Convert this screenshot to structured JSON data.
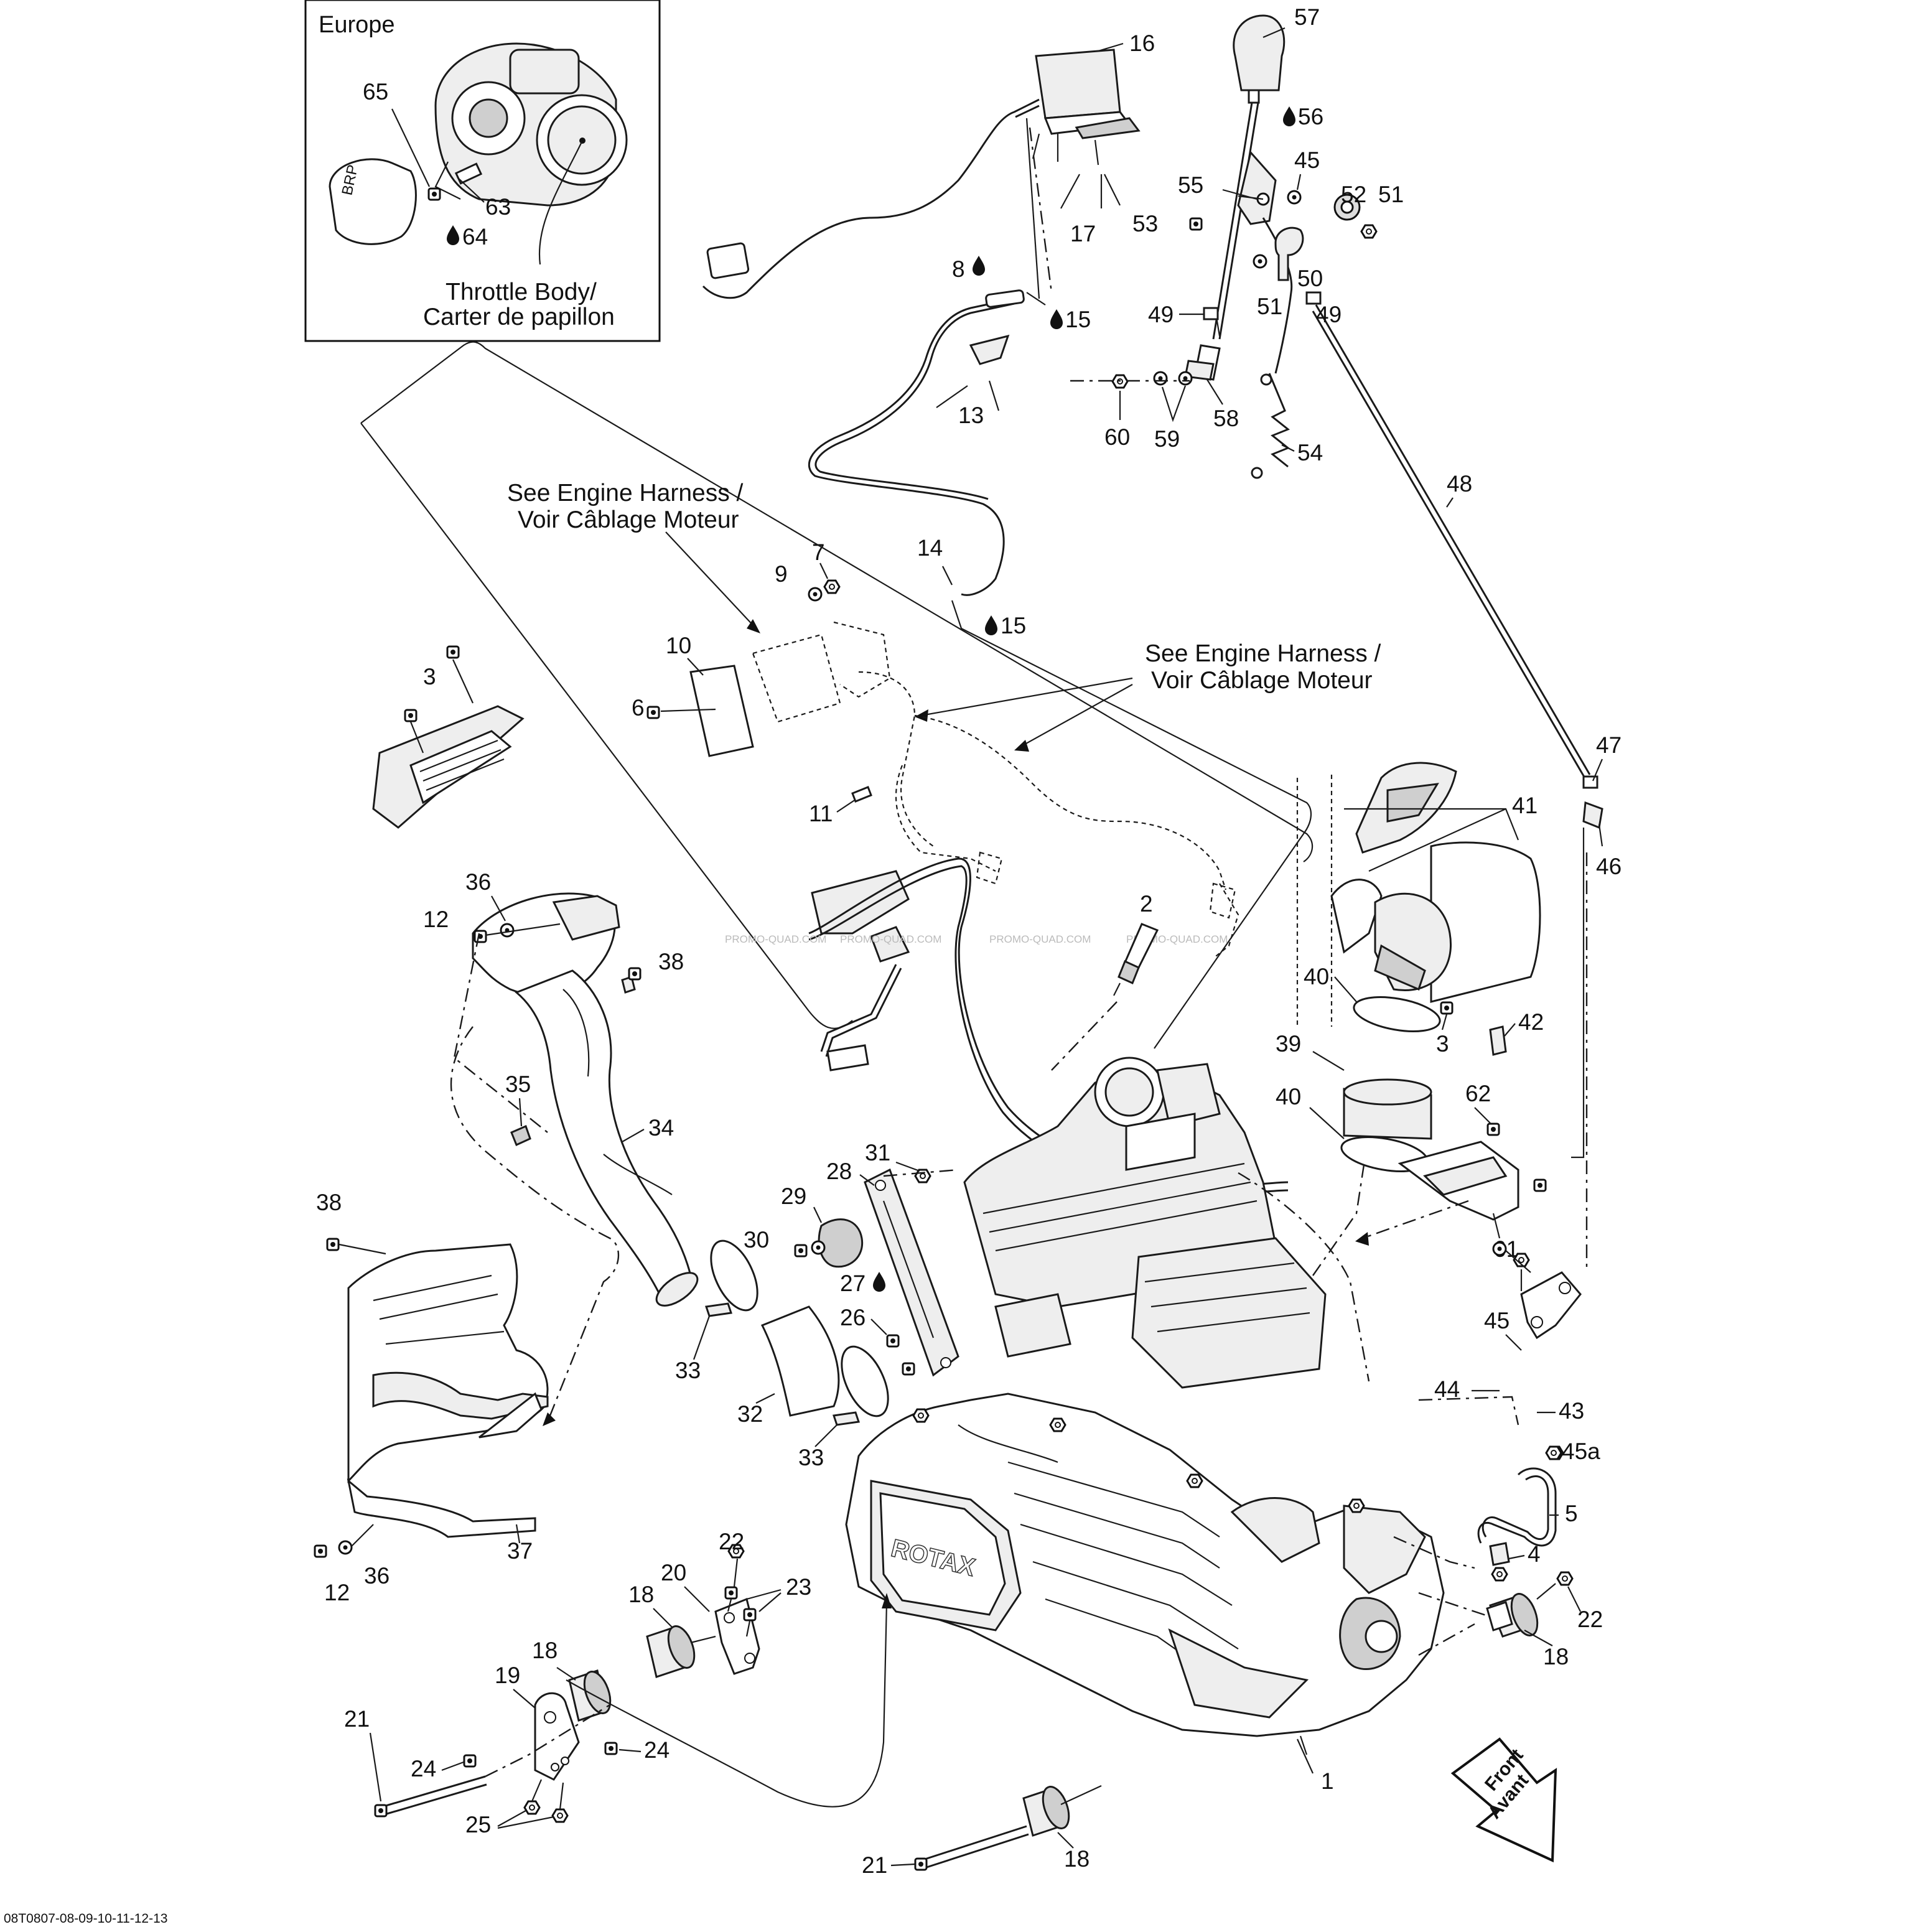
{
  "inset": {
    "title": "Europe",
    "caption_line1": "Throttle Body/",
    "caption_line2": "Carter de papillon"
  },
  "notes": {
    "harness_line1": "See Engine Harness /",
    "harness_line2": "Voir Câblage Moteur"
  },
  "engine_brand": "ROTAX",
  "front_badge": {
    "line1": "Front",
    "line2": "Avant"
  },
  "watermark": "PROMO-QUAD.COM",
  "footer_code": "08T0807-08-09-10-11-12-13",
  "callouts": {
    "c1": "1",
    "c2": "2",
    "c3a": "3",
    "c3b": "3",
    "c4": "4",
    "c5": "5",
    "c6": "6",
    "c7": "7",
    "c8": "8",
    "c9": "9",
    "c10": "10",
    "c11": "11",
    "c12a": "12",
    "c12b": "12",
    "c13": "13",
    "c14": "14",
    "c15a": "15",
    "c15b": "15",
    "c16": "16",
    "c17": "17",
    "c18a": "18",
    "c18b": "18",
    "c18c": "18",
    "c18d": "18",
    "c19": "19",
    "c20": "20",
    "c21a": "21",
    "c21b": "21",
    "c22a": "22",
    "c22b": "22",
    "c23": "23",
    "c24a": "24",
    "c24b": "24",
    "c25": "25",
    "c26": "26",
    "c27": "27",
    "c28": "28",
    "c29": "29",
    "c30": "30",
    "c31": "31",
    "c32": "32",
    "c33a": "33",
    "c33b": "33",
    "c34": "34",
    "c35": "35",
    "c36a": "36",
    "c36b": "36",
    "c37": "37",
    "c38a": "38",
    "c38b": "38",
    "c39": "39",
    "c40a": "40",
    "c40b": "40",
    "c41": "41",
    "c42": "42",
    "c43": "43",
    "c44": "44",
    "c45a": "45",
    "c45b": "45",
    "c45x": "45a",
    "c46": "46",
    "c47": "47",
    "c48": "48",
    "c49a": "49",
    "c49b": "49",
    "c50": "50",
    "c51a": "51",
    "c51b": "51",
    "c52": "52",
    "c53": "53",
    "c54": "54",
    "c55": "55",
    "c56": "56",
    "c57": "57",
    "c58": "58",
    "c59": "59",
    "c60": "60",
    "c61": "61",
    "c62": "62",
    "c63": "63",
    "c64": "64",
    "c65": "65"
  }
}
